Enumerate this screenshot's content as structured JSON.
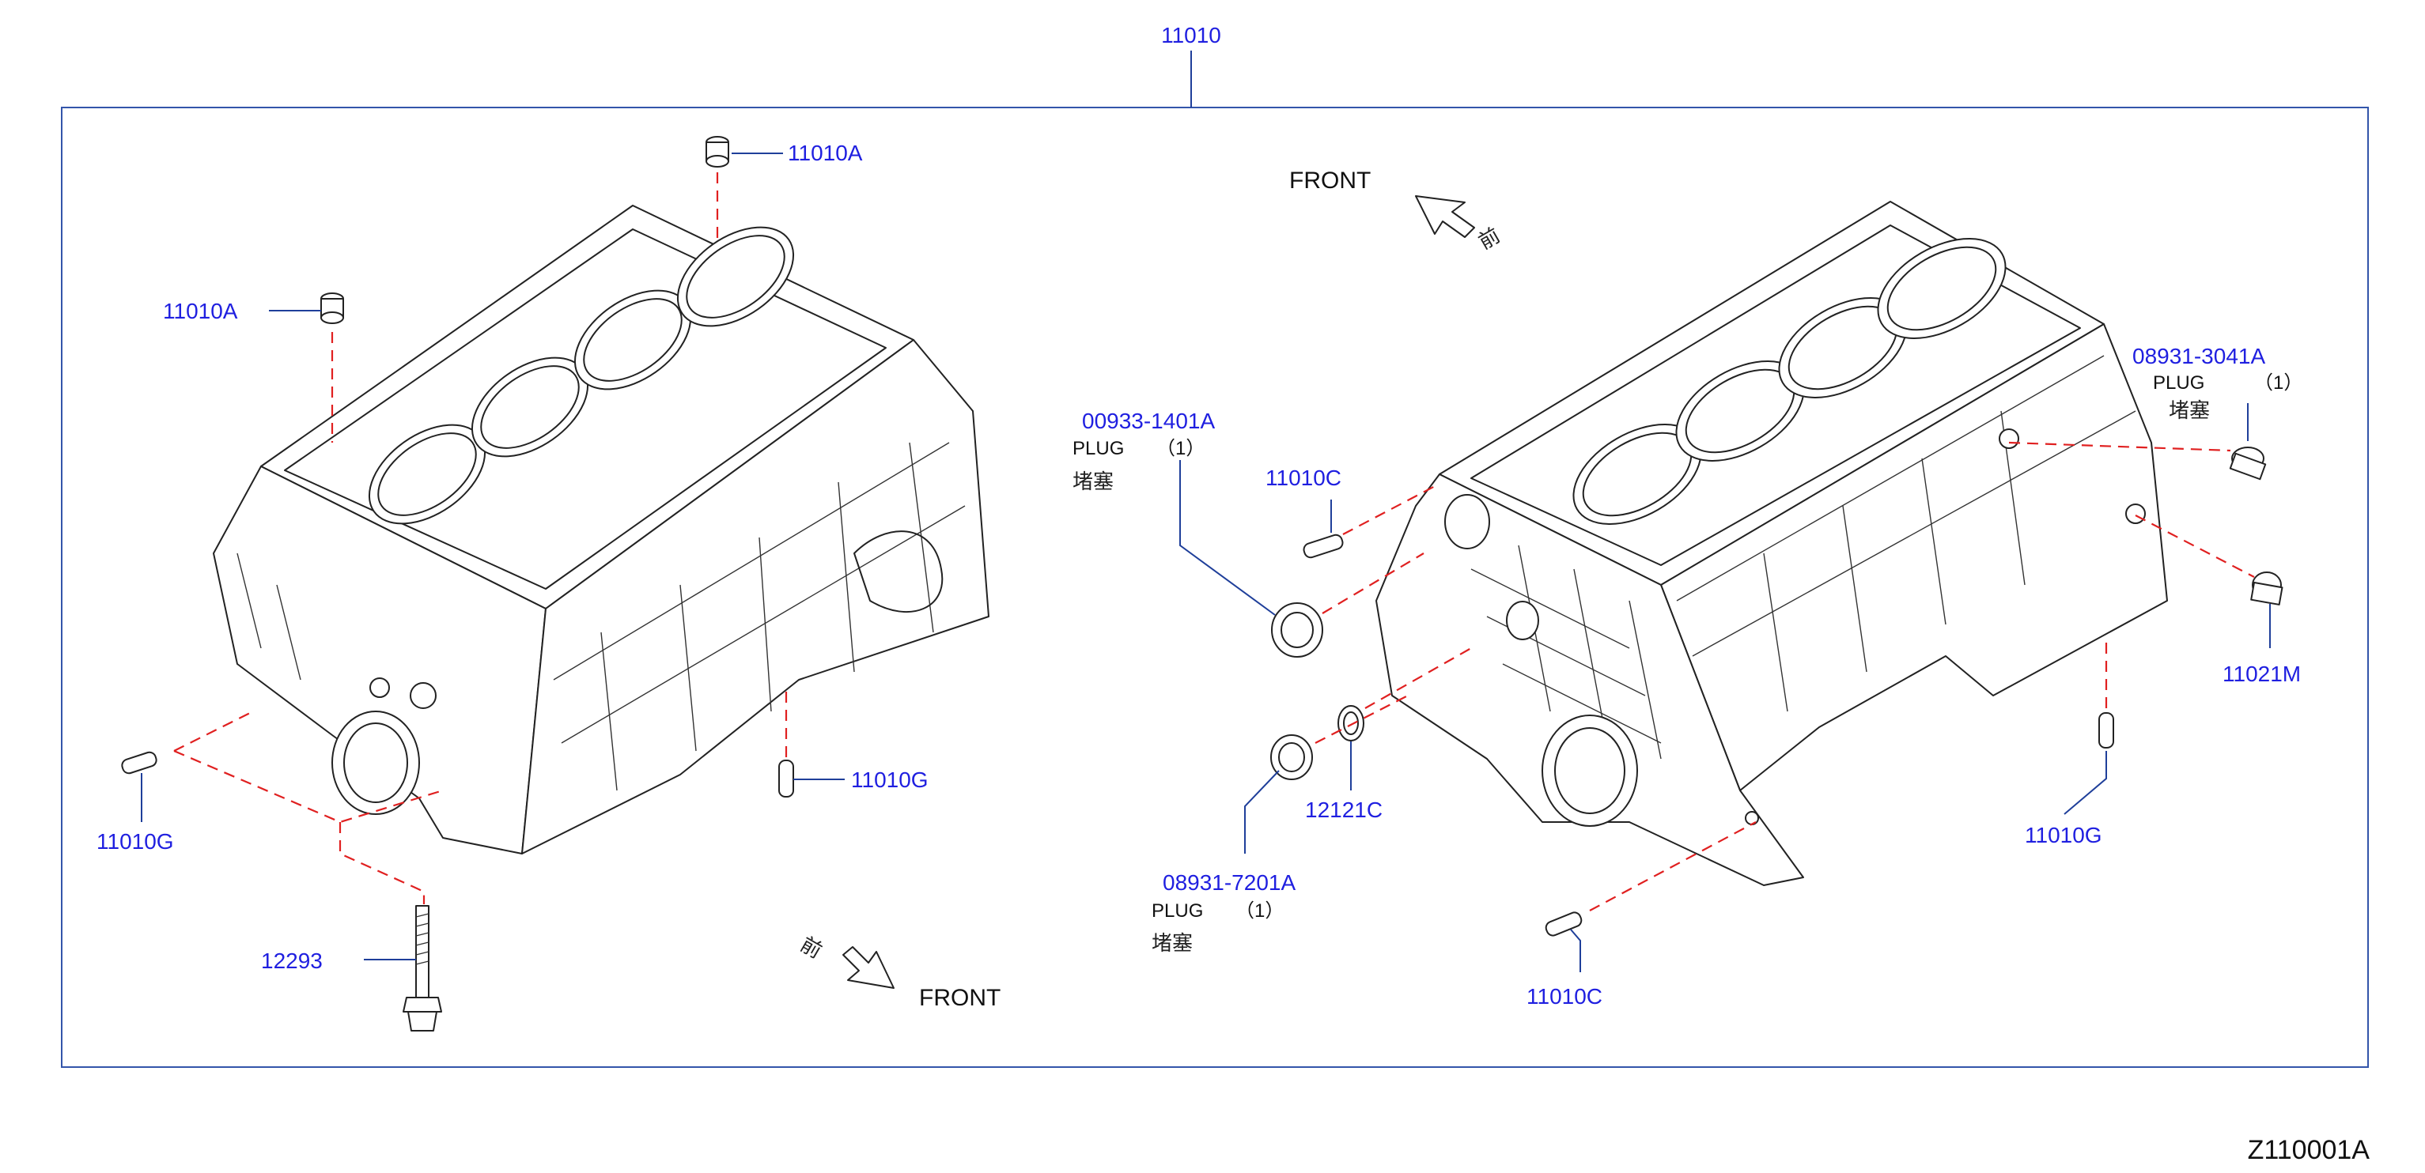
{
  "diagram": {
    "ref_code": "Z110001A",
    "main_part": "11010",
    "front_label": "FRONT",
    "front_cjk": "前",
    "callouts": [
      {
        "part": "11010A"
      },
      {
        "part": "11010A"
      },
      {
        "part": "11010G"
      },
      {
        "part": "11010G"
      },
      {
        "part": "12293"
      },
      {
        "part": "00933-1401A",
        "desc": "PLUG",
        "qty": "（1）",
        "desc_cjk": "堵塞"
      },
      {
        "part": "11010C"
      },
      {
        "part": "08931-7201A",
        "desc": "PLUG",
        "qty": "（1）",
        "desc_cjk": "堵塞"
      },
      {
        "part": "12121C"
      },
      {
        "part": "11010C"
      },
      {
        "part": "08931-3041A",
        "desc": "PLUG",
        "qty": "（1）",
        "desc_cjk": "堵塞"
      },
      {
        "part": "11021M"
      },
      {
        "part": "11010G"
      }
    ],
    "colors": {
      "callout": "#1f1fe0",
      "leader": "#1f3f9a",
      "hidden_line": "#e02020",
      "ink": "#222222"
    }
  }
}
